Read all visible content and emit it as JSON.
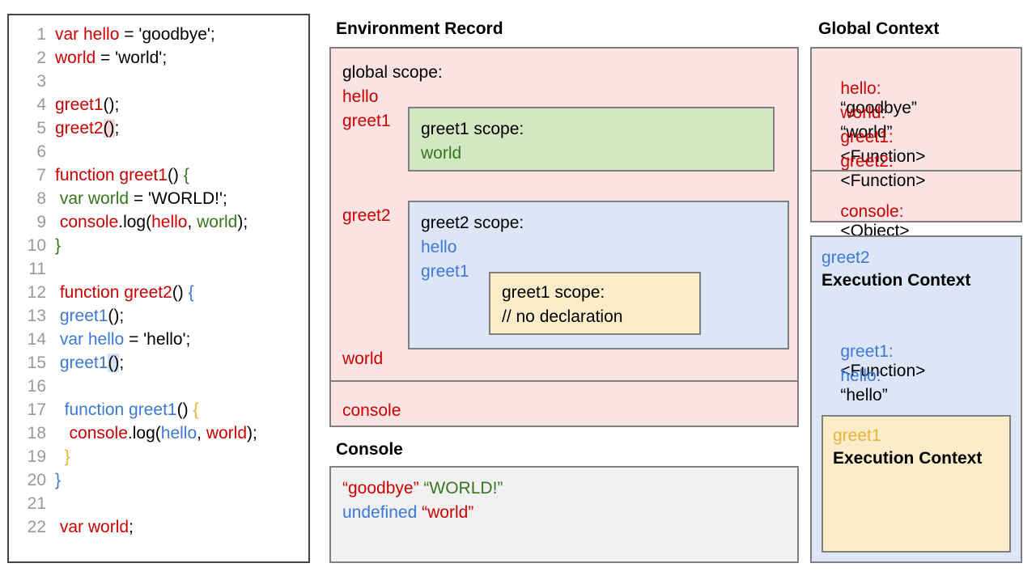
{
  "code_panel": {
    "name": "javascript-source",
    "lines": [
      {
        "n": "1",
        "tokens": [
          {
            "t": "var hello",
            "c": "red"
          },
          {
            "t": " = 'goodbye';",
            "c": "black"
          }
        ]
      },
      {
        "n": "2",
        "tokens": [
          {
            "t": "world",
            "c": "red"
          },
          {
            "t": " = 'world';",
            "c": "black"
          }
        ]
      },
      {
        "n": "3",
        "tokens": []
      },
      {
        "n": "4",
        "tokens": [
          {
            "t": "greet1",
            "c": "red"
          },
          {
            "t": "();",
            "c": "black"
          }
        ]
      },
      {
        "n": "5",
        "tokens": [
          {
            "t": "greet2",
            "c": "red"
          },
          {
            "t": "()",
            "c": "black",
            "hl": "pink"
          },
          {
            "t": ";",
            "c": "black"
          }
        ]
      },
      {
        "n": "6",
        "tokens": []
      },
      {
        "n": "7",
        "tokens": [
          {
            "t": "function greet1",
            "c": "red"
          },
          {
            "t": "() ",
            "c": "black"
          },
          {
            "t": "{",
            "c": "green"
          }
        ]
      },
      {
        "n": "8",
        "tokens": [
          {
            "t": " ",
            "c": "black"
          },
          {
            "t": "var world",
            "c": "green"
          },
          {
            "t": " = 'WORLD!';",
            "c": "black"
          }
        ]
      },
      {
        "n": "9",
        "tokens": [
          {
            "t": " ",
            "c": "black"
          },
          {
            "t": "console",
            "c": "red"
          },
          {
            "t": ".log(",
            "c": "black"
          },
          {
            "t": "hello",
            "c": "red"
          },
          {
            "t": ", ",
            "c": "black"
          },
          {
            "t": "world",
            "c": "green"
          },
          {
            "t": ");",
            "c": "black"
          }
        ]
      },
      {
        "n": "10",
        "tokens": [
          {
            "t": "}",
            "c": "green"
          }
        ]
      },
      {
        "n": "11",
        "tokens": []
      },
      {
        "n": "12",
        "tokens": [
          {
            "t": " ",
            "c": "black"
          },
          {
            "t": "function greet2",
            "c": "red"
          },
          {
            "t": "() ",
            "c": "black"
          },
          {
            "t": "{",
            "c": "blue"
          }
        ]
      },
      {
        "n": "13",
        "tokens": [
          {
            "t": " ",
            "c": "black"
          },
          {
            "t": "greet1",
            "c": "blue"
          },
          {
            "t": "();",
            "c": "black"
          }
        ]
      },
      {
        "n": "14",
        "tokens": [
          {
            "t": " ",
            "c": "black"
          },
          {
            "t": "var hello",
            "c": "blue"
          },
          {
            "t": " = 'hello';",
            "c": "black"
          }
        ]
      },
      {
        "n": "15",
        "tokens": [
          {
            "t": " ",
            "c": "black"
          },
          {
            "t": "greet1",
            "c": "blue"
          },
          {
            "t": "()",
            "c": "black",
            "hl": "blue"
          },
          {
            "t": ";",
            "c": "black"
          }
        ]
      },
      {
        "n": "16",
        "tokens": []
      },
      {
        "n": "17",
        "tokens": [
          {
            "t": "  ",
            "c": "black"
          },
          {
            "t": "function greet1",
            "c": "blue"
          },
          {
            "t": "() ",
            "c": "black"
          },
          {
            "t": "{",
            "c": "gold"
          }
        ]
      },
      {
        "n": "18",
        "tokens": [
          {
            "t": "   ",
            "c": "black"
          },
          {
            "t": "console",
            "c": "red"
          },
          {
            "t": ".log(",
            "c": "black"
          },
          {
            "t": "hello",
            "c": "blue"
          },
          {
            "t": ", ",
            "c": "black"
          },
          {
            "t": "world",
            "c": "red"
          },
          {
            "t": ");",
            "c": "black"
          }
        ]
      },
      {
        "n": "19",
        "tokens": [
          {
            "t": "  ",
            "c": "black"
          },
          {
            "t": "}",
            "c": "gold"
          }
        ]
      },
      {
        "n": "20",
        "tokens": [
          {
            "t": "}",
            "c": "blue"
          }
        ]
      },
      {
        "n": "21",
        "tokens": []
      },
      {
        "n": "22",
        "tokens": [
          {
            "t": " ",
            "c": "black"
          },
          {
            "t": "var world",
            "c": "red"
          },
          {
            "t": ";",
            "c": "black"
          }
        ]
      }
    ]
  },
  "environment_record": {
    "title": "Environment Record",
    "global_scope_label": "global scope:",
    "bindings": {
      "hello": "hello",
      "greet1": "greet1",
      "greet2": "greet2",
      "world": "world",
      "console": "console"
    },
    "greet1_scope": {
      "label": "greet1 scope:",
      "bindings": [
        "world"
      ]
    },
    "greet2_scope": {
      "label": "greet2 scope:",
      "bindings": [
        "hello",
        "greet1"
      ],
      "greet1_scope": {
        "label": "greet1 scope:",
        "comment": "// no declaration"
      }
    }
  },
  "console_panel": {
    "title": "Console",
    "lines": [
      [
        {
          "t": "“goodbye”",
          "c": "red"
        },
        {
          "t": " ",
          "c": "black"
        },
        {
          "t": "“WORLD!”",
          "c": "green"
        }
      ],
      [
        {
          "t": "undefined",
          "c": "blue"
        },
        {
          "t": " ",
          "c": "black"
        },
        {
          "t": "“world”",
          "c": "red"
        }
      ]
    ]
  },
  "global_context": {
    "title": "Global Context",
    "entries": [
      {
        "key": "hello:",
        "value": "“goodbye”"
      },
      {
        "key": "world:",
        "value": "“world”"
      },
      {
        "key": "greet1:",
        "value": "<Function>"
      },
      {
        "key": "greet2:",
        "value": "<Function>"
      }
    ],
    "object_entry": {
      "key": "console:",
      "value": "<Object>"
    }
  },
  "greet2_context": {
    "name": "greet2",
    "heading": "Execution Context",
    "entries": [
      {
        "key": "greet1:",
        "value": "<Function>"
      },
      {
        "key": "hello:",
        "value": "“hello”"
      }
    ],
    "nested": {
      "name": "greet1",
      "heading": "Execution Context"
    }
  },
  "colors": {
    "red": "#cc0000",
    "green": "#38761d",
    "blue": "#3c78d8",
    "gold": "#e8b33c",
    "pink_bg": "#fbe3e3",
    "green_bg": "#d2e8c3",
    "blue_bg": "#dce6f7",
    "yellow_bg": "#fcecc9",
    "console_bg": "#f1f1f1",
    "border": "#7f7f7f",
    "line_number": "#999999"
  }
}
